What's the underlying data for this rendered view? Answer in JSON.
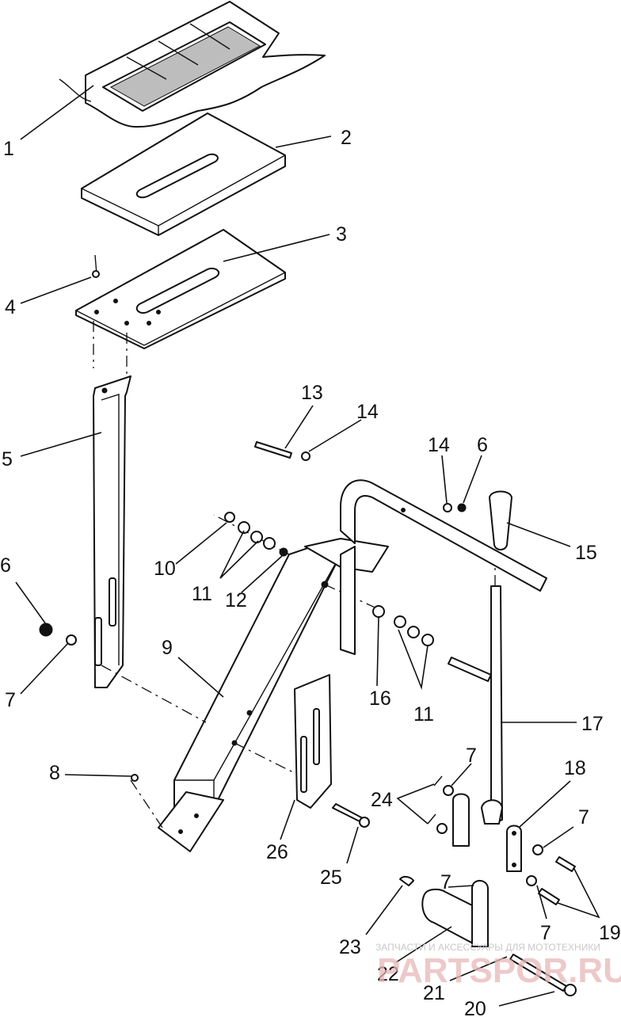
{
  "diagram": {
    "callouts": [
      {
        "id": "c1",
        "label": "1"
      },
      {
        "id": "c2",
        "label": "2"
      },
      {
        "id": "c3",
        "label": "3"
      },
      {
        "id": "c4",
        "label": "4"
      },
      {
        "id": "c5",
        "label": "5"
      },
      {
        "id": "c6a",
        "label": "6"
      },
      {
        "id": "c7a",
        "label": "7"
      },
      {
        "id": "c8",
        "label": "8"
      },
      {
        "id": "c9",
        "label": "9"
      },
      {
        "id": "c10",
        "label": "10"
      },
      {
        "id": "c11a",
        "label": "11"
      },
      {
        "id": "c12",
        "label": "12"
      },
      {
        "id": "c13",
        "label": "13"
      },
      {
        "id": "c14a",
        "label": "14"
      },
      {
        "id": "c14b",
        "label": "14"
      },
      {
        "id": "c6b",
        "label": "6"
      },
      {
        "id": "c15",
        "label": "15"
      },
      {
        "id": "c16",
        "label": "16"
      },
      {
        "id": "c11b",
        "label": "11"
      },
      {
        "id": "c17",
        "label": "17"
      },
      {
        "id": "c18",
        "label": "18"
      },
      {
        "id": "c7b",
        "label": "7"
      },
      {
        "id": "c7c",
        "label": "7"
      },
      {
        "id": "c24",
        "label": "24"
      },
      {
        "id": "c26",
        "label": "26"
      },
      {
        "id": "c25",
        "label": "25"
      },
      {
        "id": "c7d",
        "label": "7"
      },
      {
        "id": "c7e",
        "label": "7"
      },
      {
        "id": "c19",
        "label": "19"
      },
      {
        "id": "c23",
        "label": "23"
      },
      {
        "id": "c22",
        "label": "22"
      },
      {
        "id": "c21",
        "label": "21"
      },
      {
        "id": "c20",
        "label": "20"
      }
    ]
  },
  "watermark": {
    "tagline": "ЗАПЧАСТИ И АКСЕССУАРЫ ДЛЯ МОТОТЕХНИКИ",
    "brand": "PARTSPOR.RU"
  }
}
